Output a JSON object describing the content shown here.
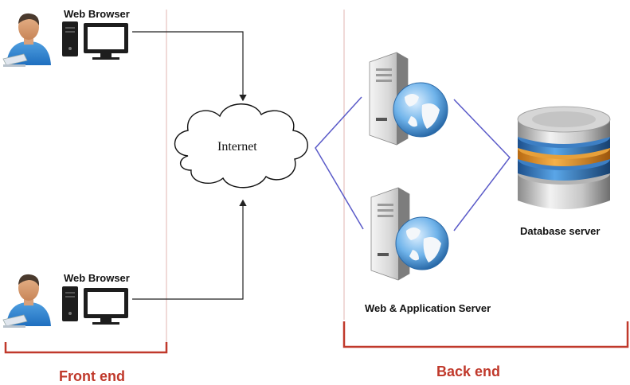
{
  "clients": [
    {
      "label": "Web Browser"
    },
    {
      "label": "Web Browser"
    }
  ],
  "internet": {
    "label": "Internet"
  },
  "app_servers": {
    "label": "Web & Application Server"
  },
  "database": {
    "label": "Database server"
  },
  "sections": {
    "front": {
      "label": "Front end"
    },
    "back": {
      "label": "Back end"
    }
  },
  "colors": {
    "divider": "#e2b6b0",
    "bracket": "#c0392b",
    "link": "#5a5ac8",
    "arrow": "#222222"
  },
  "icons": {
    "user": "user-with-keyboard-icon",
    "computer": "desktop-computer-icon",
    "cloud": "cloud-icon",
    "server": "server-globe-icon",
    "database": "database-cylinder-icon"
  }
}
